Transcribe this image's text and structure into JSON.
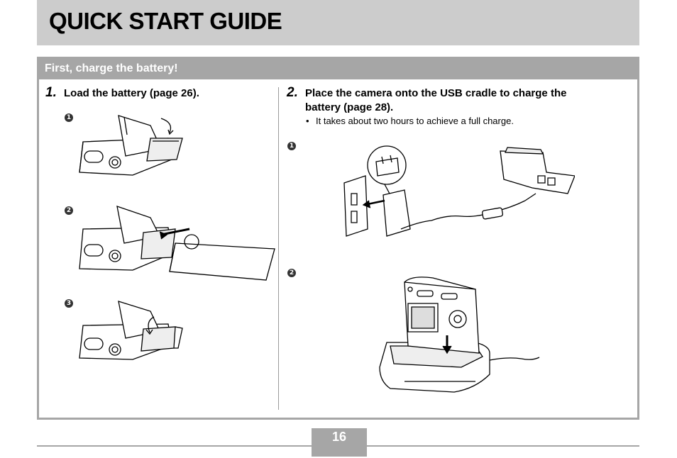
{
  "header": {
    "title": "QUICK START GUIDE"
  },
  "section": {
    "title": "First, charge the battery!"
  },
  "step1": {
    "number": "1.",
    "text": "Load the battery (page 26).",
    "markers": [
      "1",
      "2",
      "3"
    ]
  },
  "step2": {
    "number": "2.",
    "text_line1": "Place the camera onto the USB cradle to charge the",
    "text_line2": "battery (page 28).",
    "bullet": "It takes about two hours to achieve a full charge.",
    "markers": [
      "1",
      "2"
    ]
  },
  "footer": {
    "page_number": "16"
  },
  "colors": {
    "band": "#cccccc",
    "accent_gray": "#a6a6a6"
  },
  "icons": [
    "battery-insert-illustration",
    "ac-adapter-illustration",
    "camera-cradle-illustration"
  ]
}
